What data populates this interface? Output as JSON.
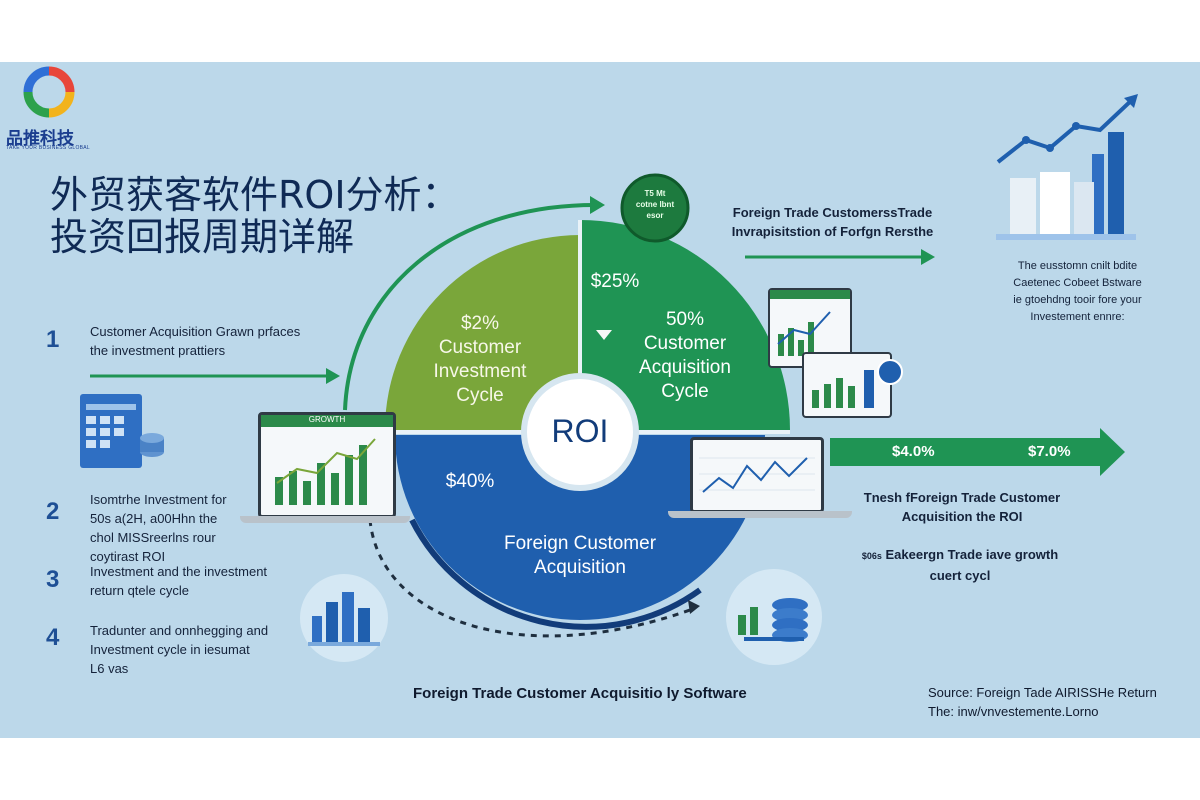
{
  "brand": {
    "name": "品推科技",
    "tagline": "TAKE YOUR BUSINESS GLOBAL"
  },
  "title": {
    "line1": "外贸获客软件ROI分析：",
    "line2": "投资回报周期详解"
  },
  "left_items": [
    {
      "num": "1",
      "text": [
        "Customer Acquisition Grawn prfaces",
        "the investment prattiers"
      ]
    },
    {
      "num": "2",
      "text": [
        "Isomtrhe Investment for",
        "50s a(2H, a00Hhn the",
        "chol MISSreerlns rour",
        "coytirast ROI"
      ]
    },
    {
      "num": "3",
      "text": [
        "Investment and the investment",
        "return qtele cycle"
      ]
    },
    {
      "num": "4",
      "text": [
        "Tradunter and onnhegging and",
        "Investment cycle in iesumat",
        "L6 vas"
      ]
    }
  ],
  "segments": {
    "top_left": {
      "value": "$2%",
      "label": [
        "Customer",
        "Investment",
        "Cycle"
      ]
    },
    "top_right": {
      "value": "50%",
      "label": [
        "Customer",
        "Acquisition",
        "Cycle"
      ],
      "outer_value": "$25%"
    },
    "bottom": {
      "value": "$40%",
      "label": [
        "Foreign Customer",
        "Acquisition"
      ]
    },
    "center": "ROI"
  },
  "top_badge": [
    "T5 Mt",
    "cotne lbnt",
    "esor"
  ],
  "top_right_caption": [
    "Foreign Trade CustomerssTrade",
    "Invrapisitstion of Forfgn Rersthe"
  ],
  "right_note": [
    "The eusstomn cnilt bdite",
    "Caetenec Cobeet Bstware",
    "ie gtoehdng tooir fore your",
    "Investement ennre:"
  ],
  "arrow_values": [
    "$4.0%",
    "$7.0%"
  ],
  "right_mid": {
    "caption": [
      "Tnesh fForeign Trade Customer",
      "Acquisition the ROI"
    ],
    "growth": [
      "Eakeergn Trade iave growth",
      "cuert cycl"
    ],
    "growth_prefix": "$06s"
  },
  "laptop_label": "GROWTH",
  "bottom_caption": "Foreign Trade Customer Acquisitio ly Software",
  "source": [
    "Source: Foreign Tade AIRISSHe Return",
    "The: inw/vnvestemente.Lorno"
  ],
  "colors": {
    "green": "#7aa63a",
    "teal_green": "#1f9454",
    "blue": "#1f5fae",
    "navy": "#123c7a",
    "background": "#bcd8ea"
  }
}
